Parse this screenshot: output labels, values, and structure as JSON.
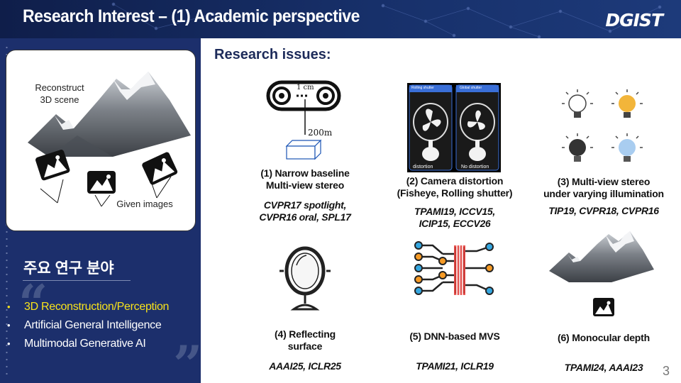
{
  "header": {
    "title": "Research Interest – (1) Academic perspective",
    "logo": "DGIST"
  },
  "sidebar": {
    "scene_card": {
      "reconstruct_label": "Reconstruct\n3D scene",
      "given_label": "Given images"
    },
    "heading": "주요 연구 분야",
    "focus_items": [
      {
        "label": "3D Reconstruction/Perception",
        "highlighted": true
      },
      {
        "label": "Artificial General Intelligence",
        "highlighted": false
      },
      {
        "label": "Multimodal Generative AI",
        "highlighted": false
      }
    ]
  },
  "main": {
    "heading": "Research issues:",
    "issues": [
      {
        "title": "(1) Narrow baseline\nMulti-view stereo",
        "venues": "CVPR17 spotlight,\nCVPR16 oral, SPL17",
        "icon": "stereo-camera-icon"
      },
      {
        "title": "(2) Camera distortion\n(Fisheye, Rolling shutter)",
        "venues": "TPAMI19, ICCV15,\nICIP15, ECCV26",
        "icon": "fan-distortion-icon"
      },
      {
        "title": "(3) Multi-view stereo\nunder varying illumination",
        "venues": "TIP19, CVPR18, CVPR16",
        "icon": "lightbulb-icon"
      },
      {
        "title": "(4) Reflecting\nsurface",
        "venues": "AAAI25, ICLR25",
        "icon": "mirror-icon"
      },
      {
        "title": "(5) DNN-based MVS",
        "venues": "TPAMI21, ICLR19",
        "icon": "neural-network-icon"
      },
      {
        "title": "(6) Monocular depth",
        "venues": "TPAMI24, AAAI23",
        "icon": "mountain-icon"
      }
    ],
    "stereo_labels": {
      "baseline": "1 cm",
      "distance": "200m"
    },
    "fan_labels": {
      "top_left": "Rolling shutter",
      "top_right": "Global shutter",
      "bottom_left": "distortion",
      "bottom_right": "No distortion"
    }
  },
  "page_number": "3",
  "colors": {
    "sidebar": "#1c2f6c",
    "header": "#17306a",
    "highlight": "#f7e21b",
    "heading": "#1d2b5a",
    "bulb_yellow": "#f2b53a",
    "bulb_blue": "#a9cdf0",
    "node_orange": "#f59a25",
    "node_blue": "#35a7e0",
    "node_red": "#e53935"
  }
}
